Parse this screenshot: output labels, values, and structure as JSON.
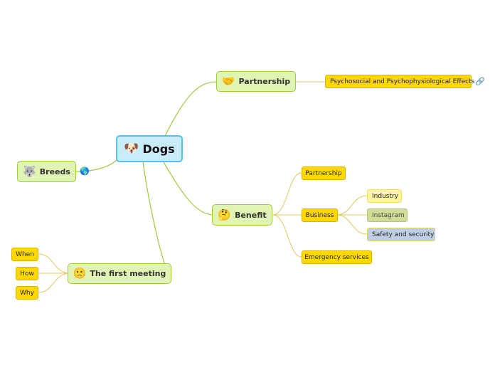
{
  "mindmap": {
    "central": {
      "label": "Dogs",
      "icon": "🐶"
    },
    "partnership": {
      "label": "Partnership",
      "icon": "🤝",
      "child": "Psychosocial and Psychophysiological Effects",
      "link_icon": "🔗"
    },
    "breeds": {
      "label": "Breeds",
      "icon": "🐺",
      "globe_icon": "🌎"
    },
    "benefit": {
      "label": "Benefit",
      "icon": "🤔",
      "children": {
        "partnership": "Partnership",
        "business": "Business",
        "emergency": "Emergency services"
      },
      "business_children": {
        "industry": "Industry",
        "instagram": "Instagram",
        "safety": "Safety and security"
      }
    },
    "first_meeting": {
      "label": "The first meeting",
      "icon": "🙁",
      "children": {
        "when": "When",
        "how": "How",
        "why": "Why"
      }
    }
  },
  "colors": {
    "central_fill": "#c9ecfb",
    "central_border": "#55c1f0",
    "main_fill": "#e0f5b4",
    "main_border": "#9ccd3a",
    "sub_fill": "#ffd800",
    "main_link": "#a8cc4a",
    "sub_link": "#e2c860"
  }
}
